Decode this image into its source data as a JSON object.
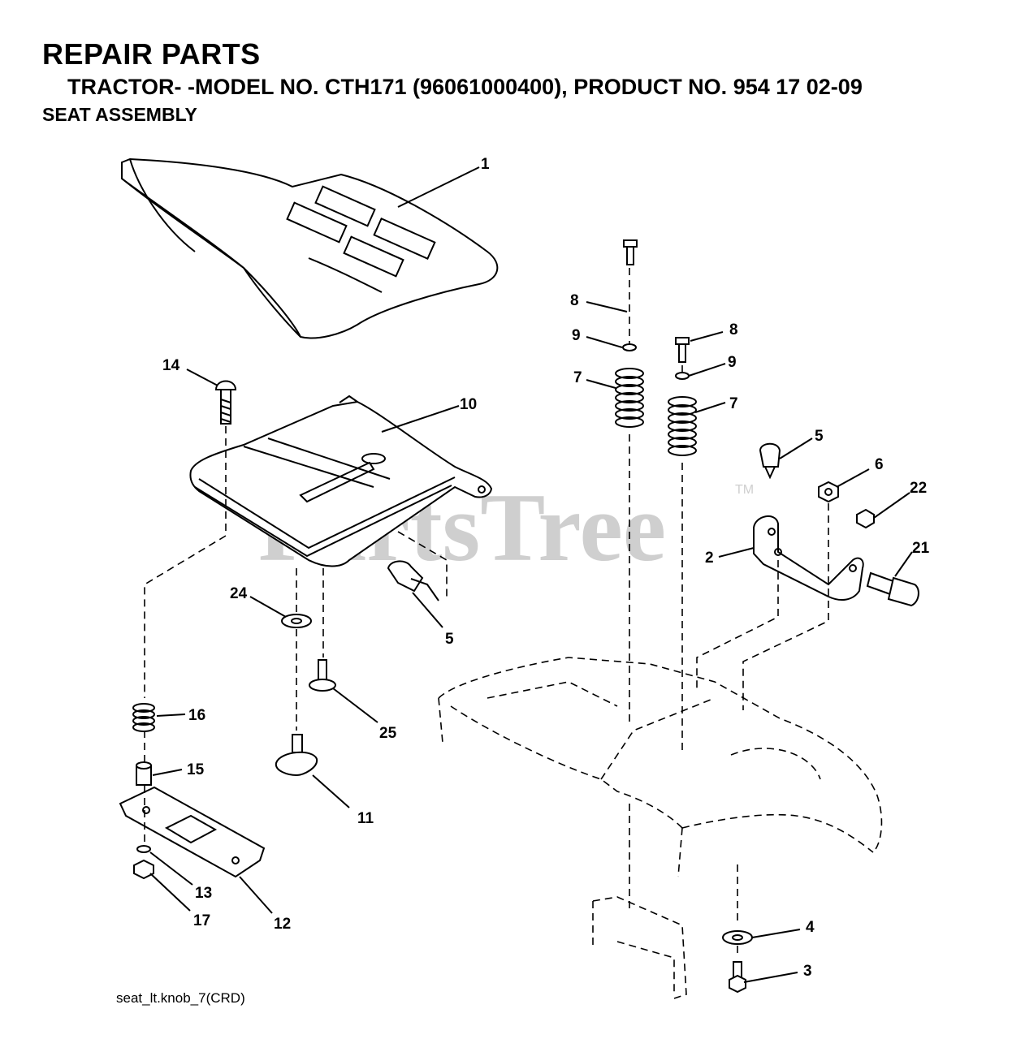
{
  "header": {
    "title": "REPAIR PARTS",
    "subtitle": "TRACTOR- -MODEL NO. CTH171 (96061000400), PRODUCT NO. 954 17 02-09",
    "section": "SEAT ASSEMBLY"
  },
  "watermark": {
    "text": "PartsTree",
    "mark": "TM"
  },
  "callouts": {
    "c1": "1",
    "c2": "2",
    "c3": "3",
    "c4": "4",
    "c5a": "5",
    "c5b": "5",
    "c6": "6",
    "c7a": "7",
    "c7b": "7",
    "c8a": "8",
    "c8b": "8",
    "c9a": "9",
    "c9b": "9",
    "c10": "10",
    "c11": "11",
    "c12": "12",
    "c13": "13",
    "c14": "14",
    "c15": "15",
    "c16": "16",
    "c17": "17",
    "c21": "21",
    "c22": "22",
    "c24": "24",
    "c25": "25"
  },
  "footer": {
    "drawing_id": "seat_lt.knob_7(CRD)"
  }
}
